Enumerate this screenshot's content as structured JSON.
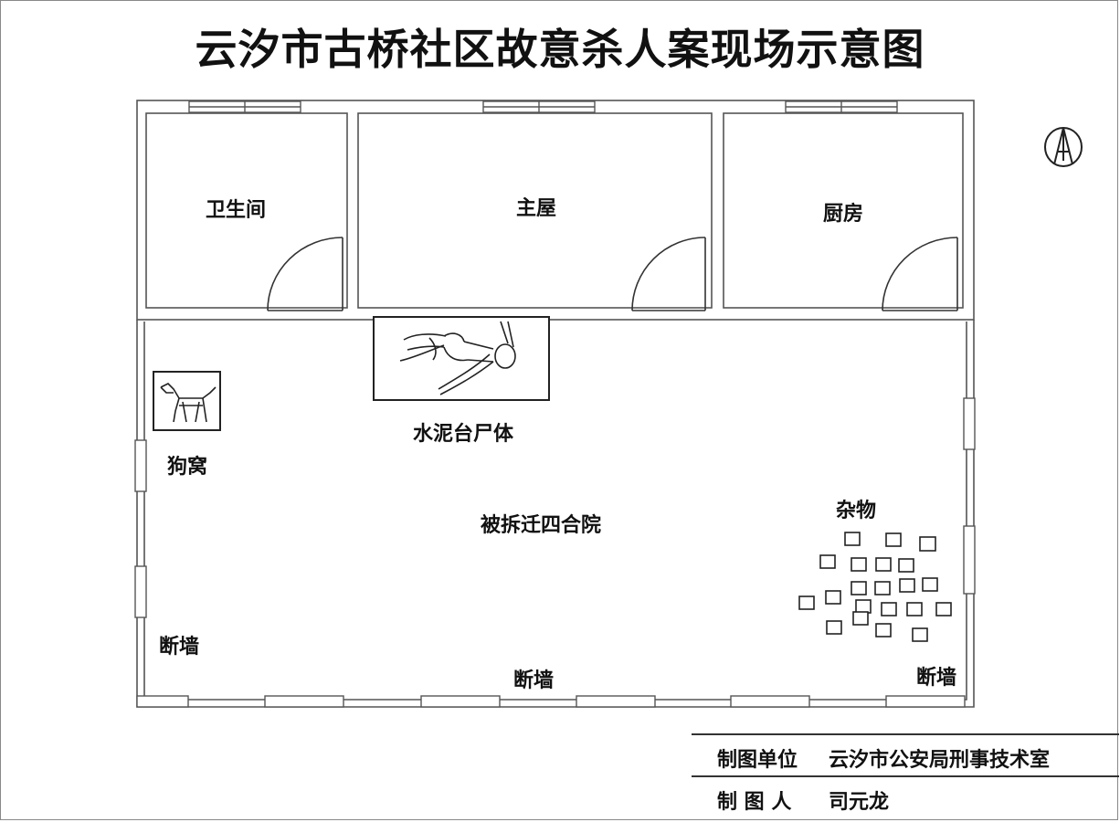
{
  "title": "云汐市古桥社区故意杀人案现场示意图",
  "rooms": {
    "bathroom": "卫生间",
    "main_room": "主屋",
    "kitchen": "厨房"
  },
  "yard": {
    "label": "被拆迁四合院",
    "body_label": "水泥台尸体",
    "kennel_label": "狗窝",
    "debris_label": "杂物",
    "broken_wall_left": "断墙",
    "broken_wall_bottom": "断墙",
    "broken_wall_right": "断墙"
  },
  "legend": {
    "unit_key": "制图单位",
    "unit_value": "云汐市公安局刑事技术室",
    "author_key": "制 图 人",
    "author_value": "司元龙"
  },
  "icons": {
    "north": "north-arrow-icon",
    "dog": "dog-icon",
    "body": "body-silhouette-icon"
  }
}
